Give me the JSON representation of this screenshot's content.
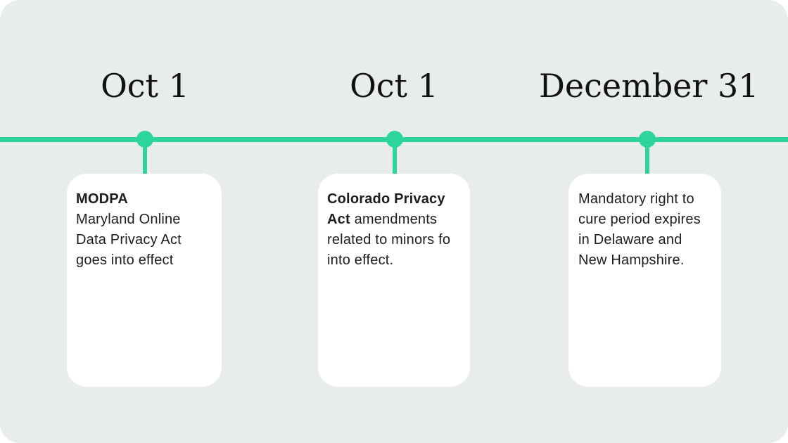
{
  "colors": {
    "page_bg": "#ffffff",
    "panel_bg": "#e8edea",
    "accent": "#2bd59b",
    "heading": "#111111",
    "card_bg": "#ffffff",
    "card_text": "#1d1d1f"
  },
  "timeline": {
    "items": [
      {
        "date": "Oct 1",
        "title": "MODPA",
        "body": "Maryland Online Data Privacy Act goes into effect"
      },
      {
        "date": "Oct 1",
        "title": "Colorado Privacy Act",
        "body": " amendments related to minors fo into effect."
      },
      {
        "date": "December 31",
        "title": "",
        "body": "Mandatory right to cure period expires in Delaware and New Hampshire."
      }
    ]
  }
}
